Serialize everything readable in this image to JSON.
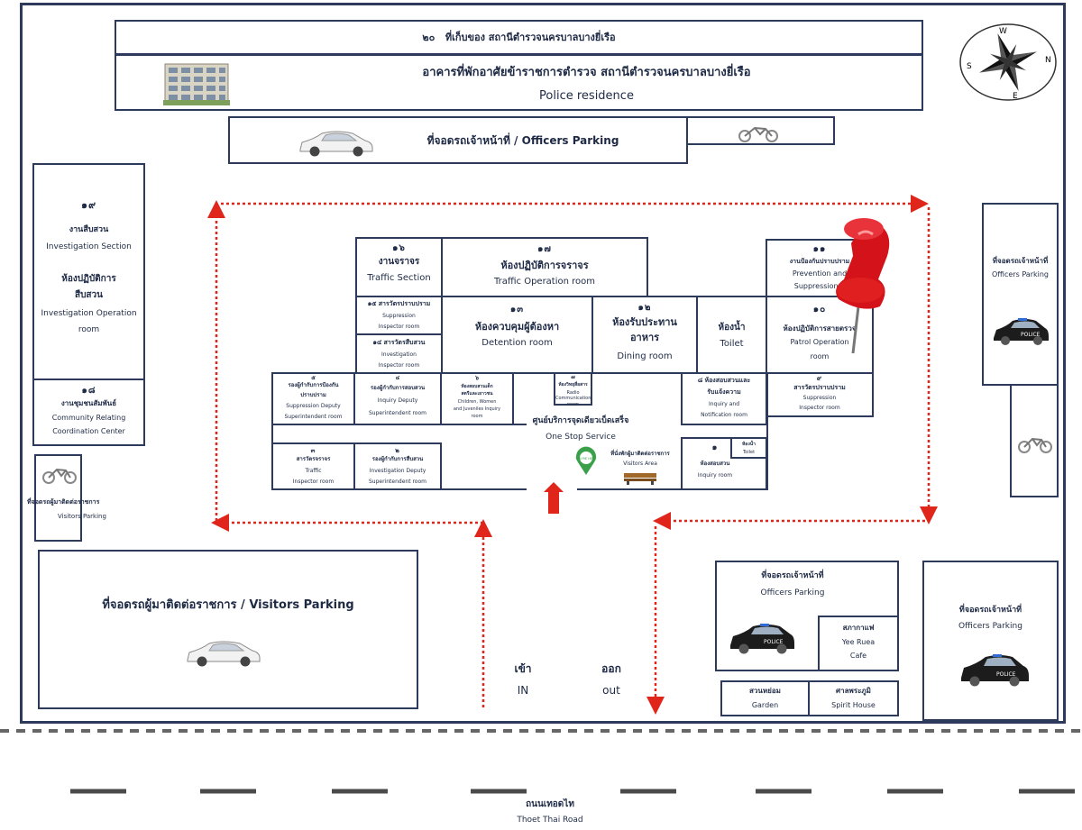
{
  "top_label": {
    "num": "๒๐",
    "text": "ที่เก็บของ สถานีตำรวจนครบาลบางยี่เรือ"
  },
  "residence": {
    "th": "อาคารที่พักอาศัยข้าราชการตำรวจ สถานีตำรวจนครบาลบางยี่เรือ",
    "en": "Police residence"
  },
  "officers_parking_top": "ที่จอดรถเจ้าหน้าที่ / Officers Parking",
  "left_investigation": {
    "num": "๑๙",
    "th1": "งานสืบสวน",
    "en1": "Investigation Section",
    "th2": "ห้องปฏิบัติการ",
    "th3": "สืบสวน",
    "en2": "Investigation Operation",
    "en3": "room"
  },
  "community": {
    "num": "๑๘",
    "th": "งานชุมชนสัมพันธ์",
    "en1": "Community Relating",
    "en2": "Coordination Center"
  },
  "visitors_parking_small": {
    "th": "ที่จอดรถผู้มาติดต่อราชการ",
    "en": "Visitors Parking"
  },
  "rooms": {
    "r16": {
      "num": "๑๖",
      "th": "งานจราจร",
      "en": "Traffic Section"
    },
    "r17": {
      "num": "๑๗",
      "th": "ห้องปฏิบัติการจราจร",
      "en": "Traffic Operation room"
    },
    "r11": {
      "num": "๑๑",
      "th": "งานป้องกันปราบปราม",
      "en1": "Prevention and",
      "en2": "Suppression S"
    },
    "r15": {
      "num": "๑๕",
      "th": "สารวัตรปราบปราม",
      "en1": "Suppression",
      "en2": "Inspector room"
    },
    "r14": {
      "num": "๑๔",
      "th": "สารวัตรสืบสวน",
      "en1": "Investigation",
      "en2": "Inspector room"
    },
    "r13": {
      "num": "๑๓",
      "th": "ห้องควบคุมผู้ต้องหา",
      "en": "Detention room"
    },
    "r12": {
      "num": "๑๒",
      "th1": "ห้องรับประทาน",
      "th2": "อาหาร",
      "en": "Dining room"
    },
    "toilet": {
      "th": "ห้องน้ำ",
      "en": "Toilet"
    },
    "r10": {
      "num": "๑๐",
      "th": "ห้องปฏิบัติการสายตรวจ",
      "en1": "Patrol Operation",
      "en2": "room"
    },
    "r9": {
      "num": "๙",
      "th": "สารวัตรปราบปราม",
      "en1": "Suppression",
      "en2": "Inspector room"
    },
    "r5": {
      "num": "๕",
      "th1": "รองผู้กำกับการป้องกัน",
      "th2": "ปราบปราม",
      "en1": "Suppression Deputy",
      "en2": "Superintendent room"
    },
    "r4": {
      "num": "๔",
      "th": "รองผู้กำกับการสอบสวน",
      "en1": "Inquiry Deputy",
      "en2": "Superintendent room"
    },
    "r6": {
      "num": "๖",
      "th1": "ห้องสอบสวนเด็ก",
      "th2": "สตรีและเยาวชน",
      "en1": "Children, Women",
      "en2": "and Juveniles Inquiry",
      "en3": "room"
    },
    "r7": {
      "num": "๗",
      "th": "ห้องวิทยุสื่อสาร",
      "en": "Radio Communication room"
    },
    "r8": {
      "num": "๘",
      "th1": "ห้องสอบสวนและ",
      "th2": "รับแจ้งความ",
      "en1": "Inquiry and",
      "en2": "Notification room"
    },
    "r3": {
      "num": "๓",
      "th": "สารวัตรจราจร",
      "en1": "Traffic",
      "en2": "Inspector room"
    },
    "r2": {
      "num": "๒",
      "th": "รองผู้กำกับการสืบสวน",
      "en1": "Investigation Deputy",
      "en2": "Superintendent room"
    },
    "r1": {
      "num": "๑",
      "th": "ห้องสอบสวน",
      "en": "Inquiry room"
    },
    "small_toilet": {
      "th": "ห้องน้ำ",
      "en": "Toilet"
    }
  },
  "one_stop": {
    "th": "ศูนย์บริการจุดเดียวเบ็ดเสร็จ",
    "en": "One Stop Service"
  },
  "visitors_area": {
    "th": "ที่นั่งพักผู้มาติดต่อราชการ",
    "en": "Visitors Area",
    "pin_label": "YOU'RE HERE"
  },
  "right_officers_parking": {
    "th": "ที่จอดรถเจ้าหน้าที่",
    "en": "Officers Parking"
  },
  "visitors_parking_big": "ที่จอดรถผู้มาติดต่อราชการ / Visitors Parking",
  "entrance": {
    "in_th": "เข้า",
    "in_en": "IN",
    "out_th": "ออก",
    "out_en": "out"
  },
  "br_officers_parking1": {
    "th": "ที่จอดรถเจ้าหน้าที่",
    "en": "Officers Parking"
  },
  "br_officers_parking2": {
    "th": "ที่จอดรถเจ้าหน้าที่",
    "en": "Officers Parking"
  },
  "cafe": {
    "th": "สภากาแฟ",
    "en1": "Yee Ruea",
    "en2": "Cafe"
  },
  "garden": {
    "th": "สวนหย่อม",
    "en": "Garden"
  },
  "spirit": {
    "th": "ศาลพระภูมิ",
    "en": "Spirit House"
  },
  "road": {
    "th": "ถนนเทอดไท",
    "en": "Thoet Thai Road"
  },
  "compass": {
    "n": "N",
    "s": "S",
    "e": "E",
    "w": "W"
  },
  "car_plate": "POLICE",
  "colors": {
    "line": "#2e3a5c",
    "arrow": "#e0261a",
    "pin": "#e02020"
  }
}
